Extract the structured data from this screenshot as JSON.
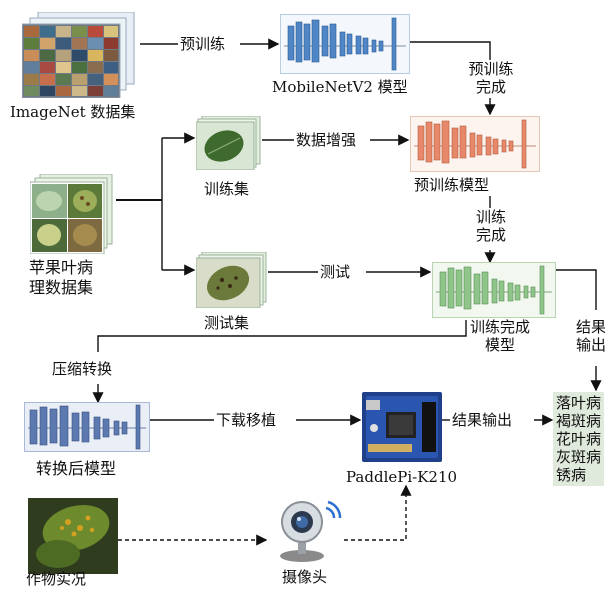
{
  "nodes": {
    "imagenet": "ImageNet 数据集",
    "mobilenet": "MobileNetV2 模型",
    "apple_dataset_line1": "苹果叶病",
    "apple_dataset_line2": "理数据集",
    "train_set": "训练集",
    "test_set": "测试集",
    "pretrained_model": "预训练模型",
    "trained_model_line1": "训练完成",
    "trained_model_line2": "模型",
    "converted_model": "转换后模型",
    "board": "PaddlePi-K210",
    "crop_scene": "作物实况",
    "camera": "摄像头"
  },
  "edges": {
    "pretrain": "预训练",
    "pretrain_done_line1": "预训练",
    "pretrain_done_line2": "完成",
    "augment": "数据增强",
    "train_done_line1": "训练",
    "train_done_line2": "完成",
    "test": "测试",
    "output_line1": "结果",
    "output_line2": "输出",
    "compress": "压缩转换",
    "deploy": "下载移植",
    "board_output": "结果输出"
  },
  "results": [
    "落叶病",
    "褐斑病",
    "花叶病",
    "灰斑病",
    "锈病"
  ],
  "colors": {
    "mobilenet": "#4f86c6",
    "pretrained": "#e8886a",
    "trained": "#8fc48a",
    "converted": "#5c79b0",
    "legend_bg": "#dfe9dc"
  }
}
